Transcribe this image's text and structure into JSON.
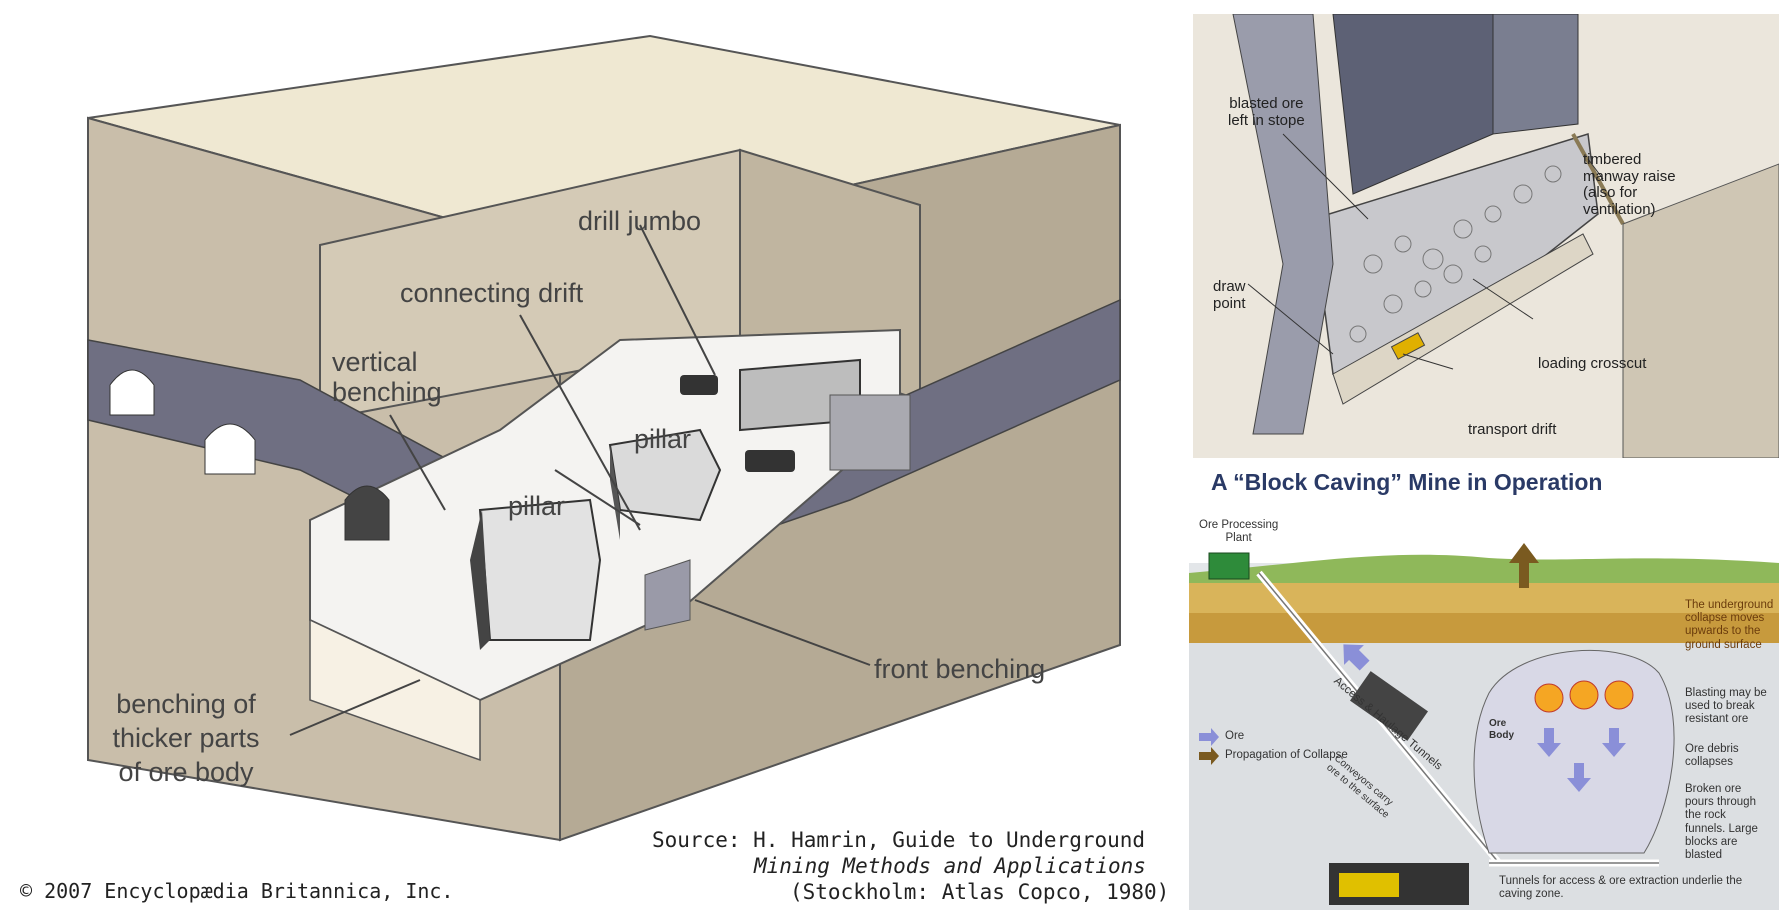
{
  "left": {
    "labels": {
      "drill_jumbo": "drill jumbo",
      "connecting_drift": "connecting drift",
      "vertical_benching": "vertical\nbenching",
      "pillar_a": "pillar",
      "pillar_b": "pillar",
      "front_benching": "front benching",
      "benching_thicker": "benching of\nthicker parts\nof ore body"
    },
    "copyright": "© 2007 Encyclopædia Britannica, Inc.",
    "source_line1": "Source: H. Hamrin, Guide to Underground",
    "source_line2": "Mining Methods and Applications",
    "source_line3": "(Stockholm: Atlas Copco, 1980)"
  },
  "top_right": {
    "labels": {
      "blasted_ore": "blasted ore\nleft in stope",
      "timbered_manway": "timbered\nmanway raise\n(also for\nventilation)",
      "draw_point": "draw\npoint",
      "loading_crosscut": "loading crosscut",
      "transport_drift": "transport drift"
    }
  },
  "bottom_right": {
    "title": "A “Block Caving” Mine in Operation",
    "labels": {
      "ore_processing": "Ore Processing\nPlant",
      "collapse_moves": "The underground\ncollapse moves\nupwards to the\nground surface",
      "blasting": "Blasting may be\nused to break\nresistant ore",
      "ore_debris": "Ore debris\ncollapses",
      "broken_ore": "Broken ore\npours through\nthe rock\nfunnels.  Large\nblocks are\nblasted",
      "access_haulage": "Access & Haulage Tunnels",
      "conveyors": "Conveyors carry\nore to the surface",
      "ore_body": "Ore\nBody",
      "tunnels_access": "Tunnels for access & ore extraction underlie the\ncaving zone.",
      "legend_ore": "Ore",
      "legend_collapse": "Propagation of Collapse"
    },
    "colors": {
      "title": "#2a3a66",
      "ore_arrow": "#8a8fd8",
      "collapse_arrow": "#7a5a20",
      "surface_green": "#8fb85a",
      "strata_yellow": "#d9b45a",
      "ore_body": "#d8d8e6"
    }
  }
}
